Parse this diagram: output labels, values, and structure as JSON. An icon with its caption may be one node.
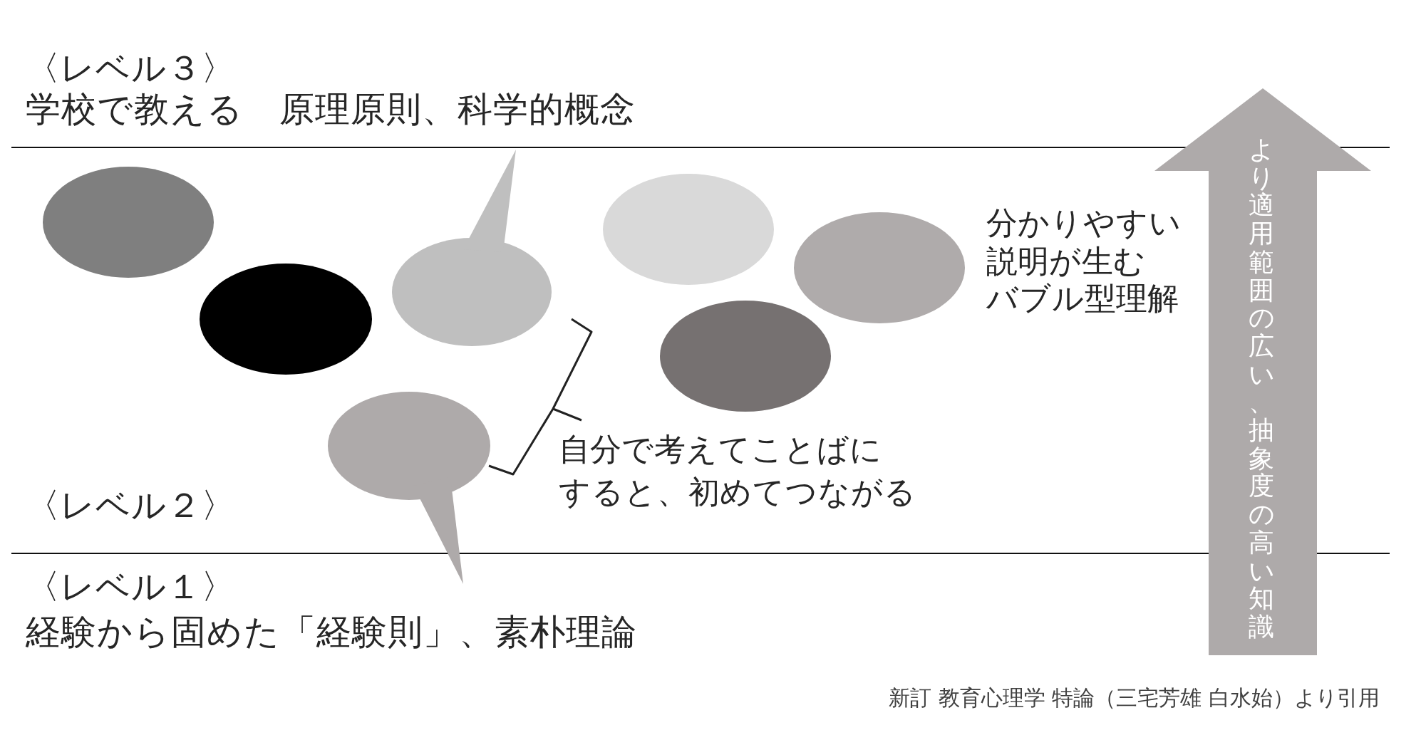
{
  "diagram": {
    "caption": "新訂 教育心理学 特論（三宅芳雄 白水始）より引用",
    "nodes": [
      {
        "text": [],
        "shape": "ellipse"
      },
      {
        "text": [],
        "shape": "ellipse"
      },
      {
        "text": [],
        "shape": "callout"
      },
      {
        "text": [],
        "shape": "callout"
      },
      {
        "text": [],
        "shape": "ellipse"
      },
      {
        "text": [],
        "shape": "ellipse"
      },
      {
        "text": [],
        "shape": "ellipse"
      },
      {
        "text": [
          "より適用範囲の広い、抽象度の高い知識"
        ]
      }
    ],
    "labels": [
      "〈レベル３〉",
      "学校で教える　原理原則、科学的概念",
      "分かりやすい説明が生むバブル型理解",
      "自分で考えてことばにすると、初めてつながる",
      "〈レベル２〉",
      "〈レベル１〉",
      "経験から固めた「経験則」、素朴理論"
    ]
  }
}
